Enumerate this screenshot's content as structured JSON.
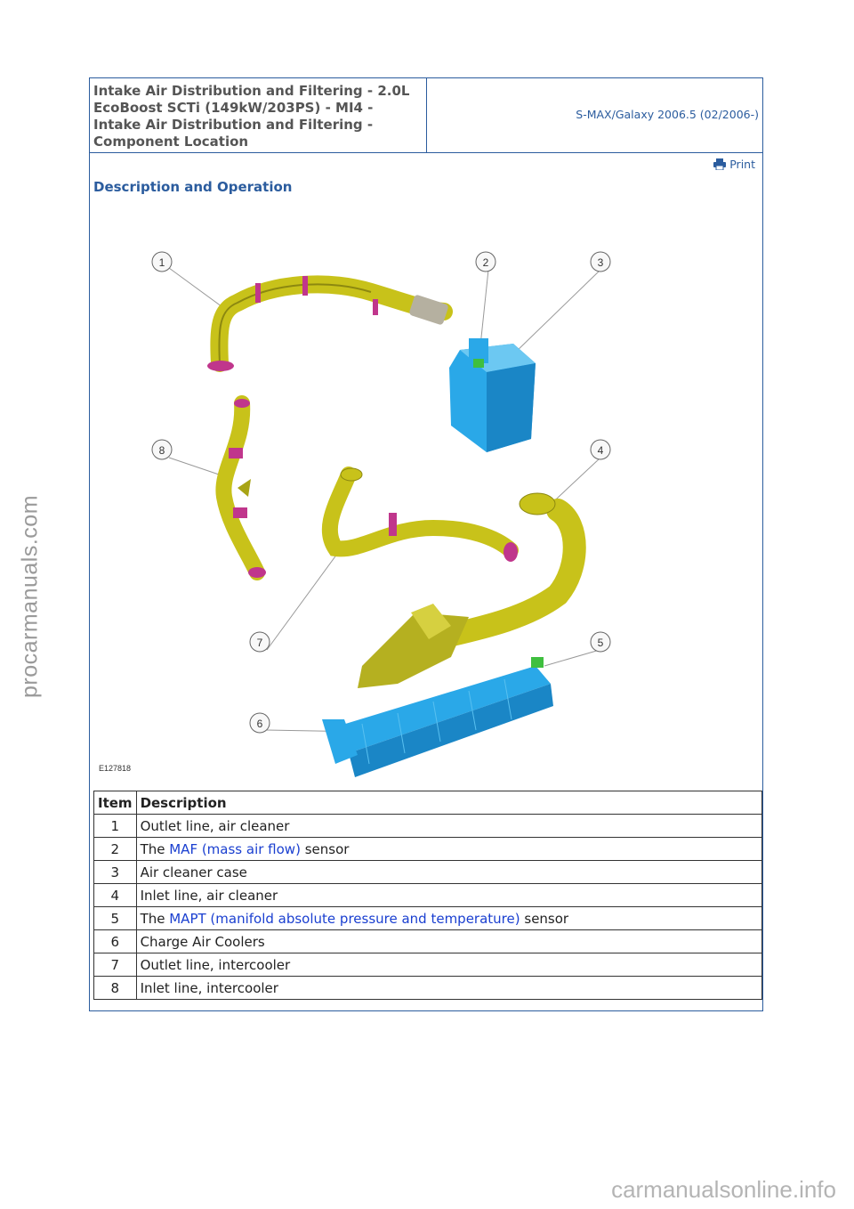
{
  "watermark_side": "procarmanuals.com",
  "watermark_bottom": "carmanualsonline.info",
  "header": {
    "title": "Intake Air Distribution and Filtering - 2.0L EcoBoost SCTi (149kW/203PS) - MI4 - Intake Air Distribution and Filtering - Component Location",
    "model": "S-MAX/Galaxy 2006.5 (02/2006-)"
  },
  "print_label": "Print",
  "section_heading": "Description and Operation",
  "figure": {
    "id": "E127818",
    "callouts": [
      "1",
      "2",
      "3",
      "4",
      "5",
      "6",
      "7",
      "8"
    ]
  },
  "table": {
    "headers": [
      "Item",
      "Description"
    ],
    "rows": [
      {
        "num": "1",
        "pre": "Outlet line, air cleaner",
        "link": "",
        "post": ""
      },
      {
        "num": "2",
        "pre": "The ",
        "link": "MAF (mass air flow)",
        "post": " sensor"
      },
      {
        "num": "3",
        "pre": "Air cleaner case",
        "link": "",
        "post": ""
      },
      {
        "num": "4",
        "pre": "Inlet line, air cleaner",
        "link": "",
        "post": ""
      },
      {
        "num": "5",
        "pre": "The ",
        "link": "MAPT (manifold absolute pressure and temperature)",
        "post": " sensor"
      },
      {
        "num": "6",
        "pre": "Charge Air Coolers",
        "link": "",
        "post": ""
      },
      {
        "num": "7",
        "pre": "Outlet line, intercooler",
        "link": "",
        "post": ""
      },
      {
        "num": "8",
        "pre": "Inlet line, intercooler",
        "link": "",
        "post": ""
      }
    ]
  },
  "colors": {
    "accent": "#2b5c9e",
    "link": "#1a3fd0",
    "duct_yellow": "#c8c21a",
    "cleaner_blue": "#2aa8e8",
    "clamp_magenta": "#c0368c"
  }
}
